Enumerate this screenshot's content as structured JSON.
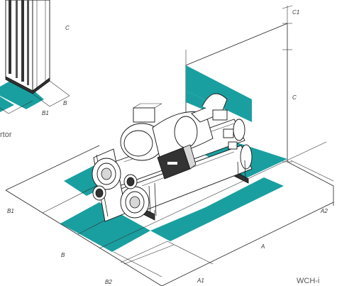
{
  "labels": {
    "c1": "C1",
    "c_top": "C",
    "c_left": "C",
    "a2": "A2",
    "b1_left": "B1",
    "b_left": "B",
    "b2": "B2",
    "a": "A",
    "a1": "A1",
    "b1_panel": "B1",
    "b_panel": "B",
    "partial_caption": "rtor",
    "model": "WCH-i"
  },
  "colors": {
    "clearance_zone": "#1a9fa0",
    "line": "#222222"
  }
}
